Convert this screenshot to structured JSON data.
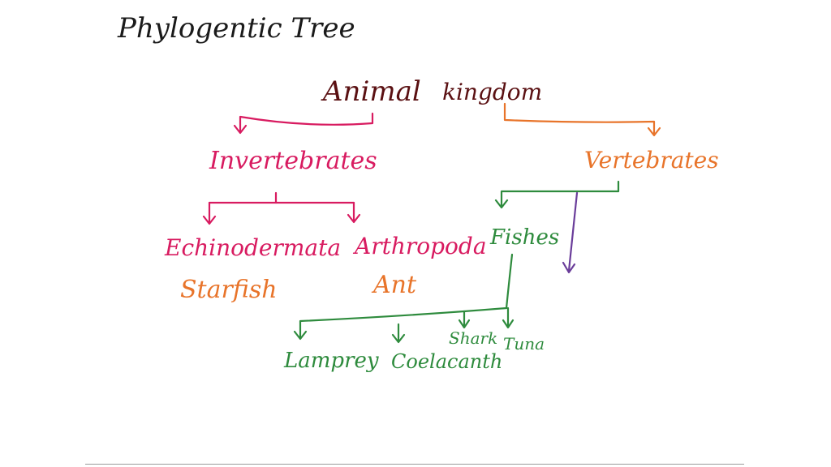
{
  "title": "Phylogentic Tree",
  "root": {
    "word1": "Animal",
    "word2": "kingdom"
  },
  "invertebrates": {
    "label": "Invertebrates",
    "children": [
      {
        "group": "Echinodermata",
        "example": "Starfish"
      },
      {
        "group": "Arthropoda",
        "example": "Ant"
      }
    ]
  },
  "vertebrates": {
    "label": "Vertebrates",
    "fishes": {
      "label": "Fishes",
      "children": [
        "Lamprey",
        "Coelacanth",
        "Shark",
        "Tuna"
      ]
    }
  },
  "colors": {
    "title": "#1a1a1a",
    "root": "#5a1012",
    "invertebrate_branch": "#d81b60",
    "vertebrate_branch": "#e8742a",
    "examples": "#e8742a",
    "fish_branch": "#2e8b3d",
    "unlabeled_branch": "#6a3d9a"
  }
}
